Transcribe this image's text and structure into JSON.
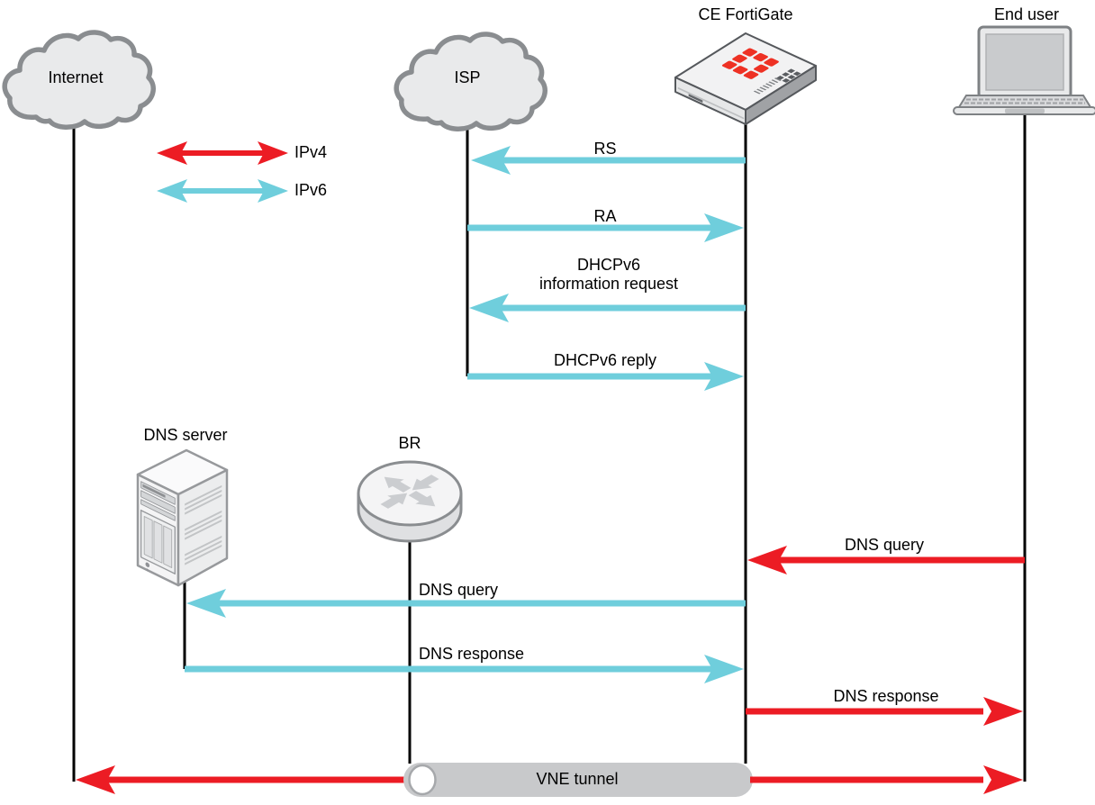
{
  "colors": {
    "ipv4": "#EC1C24",
    "ipv6": "#6FCEDC",
    "lifeline": "#000000",
    "iconFill": "#E9EAEB",
    "iconStroke": "#8A8D90",
    "tunnel": "#C8C9CB",
    "fortinetRed": "#EE3124"
  },
  "diagram": {
    "entities": [
      {
        "id": "internet",
        "label": "Internet",
        "icon": "cloud"
      },
      {
        "id": "isp",
        "label": "ISP",
        "icon": "cloud"
      },
      {
        "id": "ce_fortigate",
        "label": "CE FortiGate",
        "icon": "fortigate-appliance"
      },
      {
        "id": "end_user",
        "label": "End user",
        "icon": "laptop"
      },
      {
        "id": "dns_server",
        "label": "DNS server",
        "icon": "server-tower"
      },
      {
        "id": "br",
        "label": "BR",
        "icon": "router"
      }
    ],
    "legend": [
      {
        "label": "IPv4",
        "color": "#EC1C24"
      },
      {
        "label": "IPv6",
        "color": "#6FCEDC"
      }
    ],
    "messages": [
      {
        "label": "RS",
        "from": "CE FortiGate",
        "to": "ISP",
        "protocol": "IPv6"
      },
      {
        "label": "RA",
        "from": "ISP",
        "to": "CE FortiGate",
        "protocol": "IPv6"
      },
      {
        "label": "DHCPv6\ninformation request",
        "from": "CE FortiGate",
        "to": "ISP",
        "protocol": "IPv6"
      },
      {
        "label": "DHCPv6 reply",
        "from": "ISP",
        "to": "CE FortiGate",
        "protocol": "IPv6"
      },
      {
        "label": "DNS query",
        "from": "End user",
        "to": "CE FortiGate",
        "protocol": "IPv4"
      },
      {
        "label": "DNS query",
        "from": "CE FortiGate",
        "to": "DNS server",
        "protocol": "IPv6"
      },
      {
        "label": "DNS response",
        "from": "DNS server",
        "to": "CE FortiGate",
        "protocol": "IPv6"
      },
      {
        "label": "DNS response",
        "from": "CE FortiGate",
        "to": "End user",
        "protocol": "IPv4"
      }
    ],
    "tunnel": {
      "label": "VNE tunnel",
      "protocol": "IPv4",
      "from": "Internet",
      "to": "End user"
    }
  }
}
